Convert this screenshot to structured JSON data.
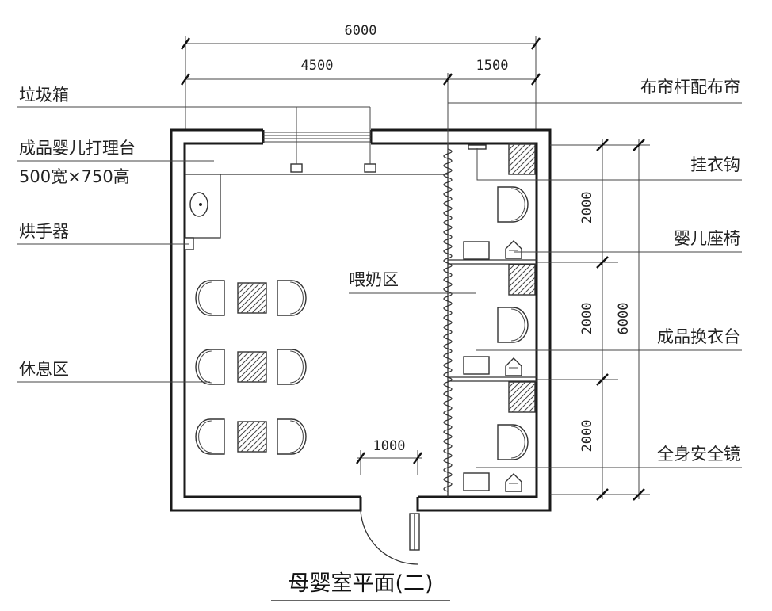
{
  "title": "母婴室平面(二)",
  "dimensions": {
    "top_total": "6000",
    "top_left": "4500",
    "top_right": "1500",
    "door": "1000",
    "right_seg1": "2000",
    "right_seg2": "2000",
    "right_seg3": "2000",
    "right_total": "6000"
  },
  "labels": {
    "trash_bin": "垃圾箱",
    "changing_counter": "成品婴儿打理台",
    "changing_counter_size": "500宽×750高",
    "hand_dryer": "烘手器",
    "rest_area": "休息区",
    "feeding_area": "喂奶区",
    "curtain_rod": "布帘杆配布帘",
    "coat_hook": "挂衣钩",
    "baby_seat": "婴儿座椅",
    "dressing_table": "成品换衣台",
    "full_mirror": "全身安全镜"
  }
}
